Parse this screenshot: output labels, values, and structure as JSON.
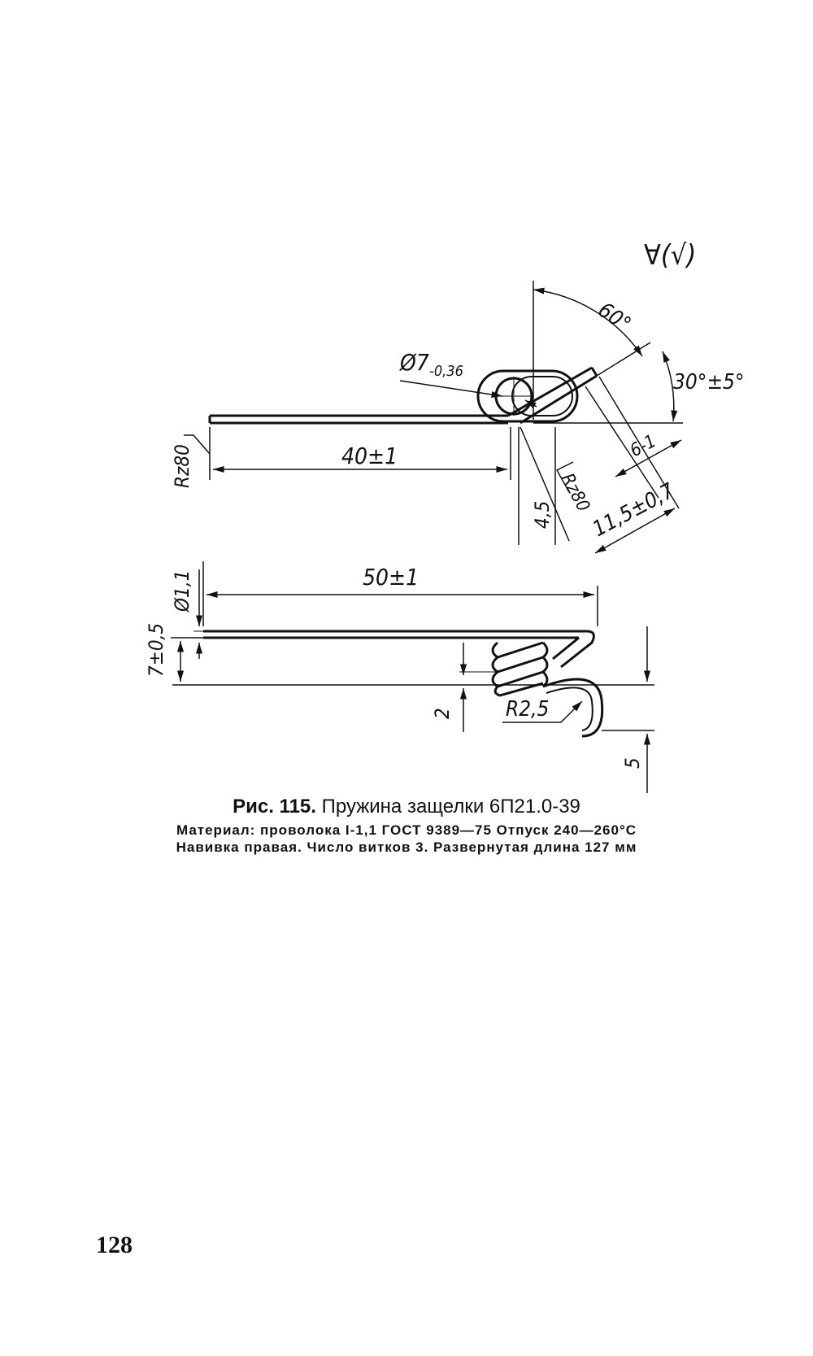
{
  "figure": {
    "roughness_symbol": "∀(√)",
    "dimensions": {
      "angle_60": "60°",
      "diameter_7": "Ø7",
      "diameter_7_tol": "-0,36",
      "angle_30": "30°±5°",
      "length_40": "40±1",
      "rz80_left": "Rz80",
      "rz80_right": "Rz80",
      "dim_6": "6-1",
      "dim_4_5": "4,5",
      "dim_11_5": "11,5±0,7",
      "length_50": "50±1",
      "diameter_1_1": "Ø1,1",
      "dim_7": "7±0,5",
      "dim_2": "2",
      "radius_2_5": "R2,5",
      "dim_5": "5"
    }
  },
  "caption": {
    "title_prefix": "Рис. 115.",
    "title_text": "Пружина защелки 6П21.0-39",
    "line1": "Материал: проволока I-1,1 ГОСТ 9389—75 Отпуск 240—260°С",
    "line2": "Навивка правая. Число витков 3. Развернутая длина 127 мм"
  },
  "page_number": "128"
}
